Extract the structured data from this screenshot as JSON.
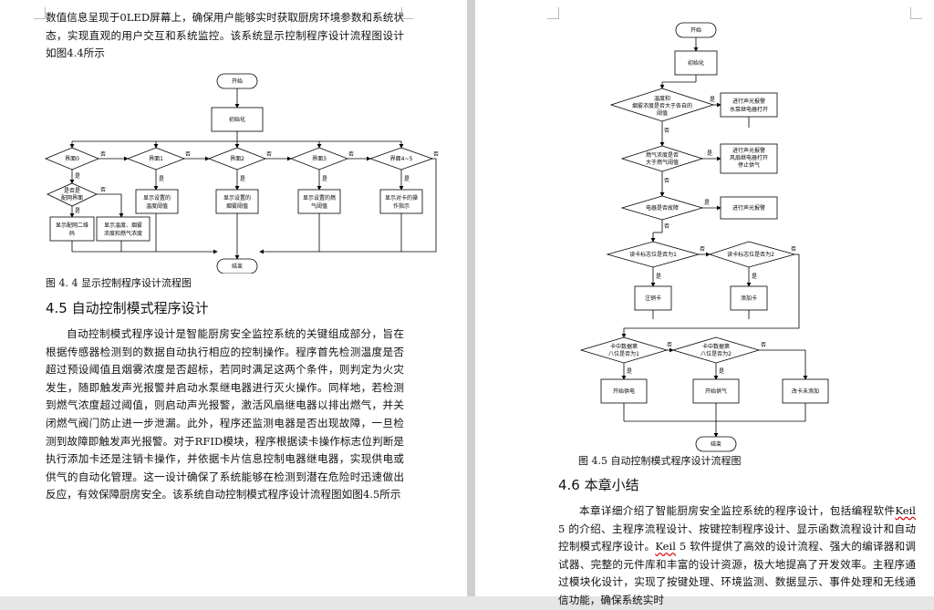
{
  "left": {
    "intro_paragraph": "数值信息呈现于0LED屏幕上，确保用户能够实时获取厨房环境参数和系统状态，实现直观的用户交互和系统监控。该系统显示控制程序设计流程图设计如图4.4所示",
    "figure44": {
      "caption": "图 4. 4 显示控制程序设计流程图",
      "nodes": {
        "start": "开始",
        "init": "初始化",
        "screen0": "界面0",
        "screen1": "界面1",
        "screen2": "界面2",
        "screen3": "界面3",
        "screen45": "界面4~5",
        "paired_l1": "是否是",
        "paired_l2": "配网界面",
        "qr_l1": "显示配网二维",
        "qr_l2": "码",
        "env_l1": "显示温度、烟雾",
        "env_l2": "浓度和燃气浓度",
        "temp_l1": "显示设置的",
        "temp_l2": "温度阈值",
        "smoke_l1": "显示设置的",
        "smoke_l2": "烟雾阈值",
        "gas_l1": "显示设置的燃",
        "gas_l2": "气阈值",
        "card_l1": "显示对卡的操",
        "card_l2": "作指示",
        "end": "结束",
        "yes": "是",
        "no": "否"
      }
    },
    "section45": {
      "title": "4.5  自动控制模式程序设计",
      "paragraph": "自动控制模式程序设计是智能厨房安全监控系统的关键组成部分，旨在根据传感器检测到的数据自动执行相应的控制操作。程序首先检测温度是否超过预设阈值且烟雾浓度是否超标，若同时满足这两个条件，则判定为火灾发生，随即触发声光报警并启动水泵继电器进行灭火操作。同样地，若检测到燃气浓度超过阈值，则启动声光报警，激活风扇继电器以排出燃气，并关闭燃气阀门防止进一步泄漏。此外，程序还监测电器是否出现故障，一旦检测到故障即触发声光报警。对于RFID模块，程序根据读卡操作标志位判断是执行添加卡还是注销卡操作，并依据卡片信息控制电器继电器，实现供电或供气的自动化管理。这一设计确保了系统能够在检测到潜在危险时迅速做出反应，有效保障厨房安全。该系统自动控制模式程序设计流程图如图4.5所示"
    }
  },
  "right": {
    "figure45": {
      "caption": "图 4.5 自动控制模式程序设计流程图",
      "nodes": {
        "start": "开始",
        "init": "初始化",
        "d1_l1": "温度和",
        "d1_l2": "烟雾浓度是否大于各自的",
        "d1_l3": "阈值",
        "a1_l1": "进行声光报警",
        "a1_l2": "水泵继电器打开",
        "d2_l1": "燃气浓度是否",
        "d2_l2": "大于燃气阈值",
        "a2_l1": "进行声光报警",
        "a2_l2": "风扇继电器打开",
        "a2_l3": "停止供气",
        "d3": "电器是否故障",
        "a3": "进行声光报警",
        "d4": "读卡标志位是否为1",
        "d5": "读卡标志位是否为2",
        "unreg": "注销卡",
        "add": "添加卡",
        "d6_l1": "卡中数据第",
        "d6_l2": "八位是否为1",
        "d7_l1": "卡中数据第",
        "d7_l2": "八位是否为2",
        "power": "开始供电",
        "gas": "开始供气",
        "unadded": "改卡未添加",
        "end": "结束",
        "yes": "是",
        "no": "否"
      }
    },
    "section46": {
      "title": "4.6  本章小结",
      "paragraph_a": "本章详细介绍了智能厨房安全监控系统的程序设计，包括编程软件",
      "keil1": "Keil",
      "paragraph_b": " 5 的介绍、主程序流程设计、按键控制程序设计、显示函数流程设计和自动控制模式程序设计。",
      "keil2": "Keil",
      "paragraph_c": " 5 软件提供了高效的设计流程、强大的编译器和调试器、完整的元件库和丰富的设计资源，极大地提高了开发效率。主程序通过模块化设计，实现了按键处理、环境监测、数据显示、事件处理和无线通信功能，确保系统实时"
    }
  }
}
